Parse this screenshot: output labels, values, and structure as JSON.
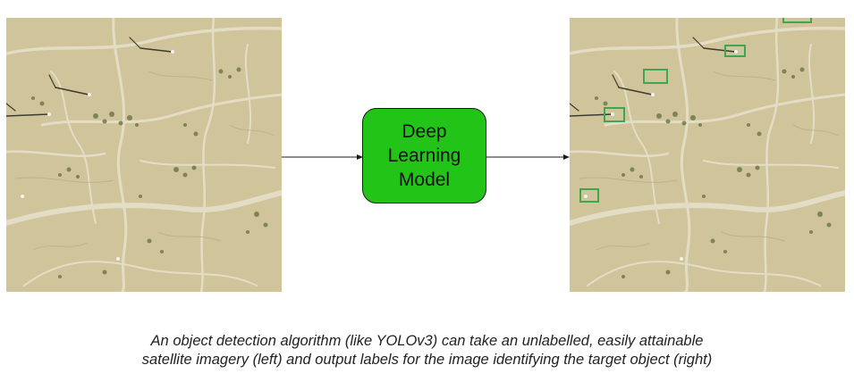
{
  "model": {
    "label_lines": [
      "Deep",
      "Learning",
      "Model"
    ],
    "fill_color": "#22c418"
  },
  "caption": {
    "lines": [
      "An object detection algorithm (like YOLOv3) can take an unlabelled, easily attainable",
      "satellite imagery (left) and output labels for the image identifying the target object (right)"
    ]
  },
  "images": {
    "input": "satellite-image-unlabelled",
    "output": "satellite-image-labelled",
    "terrain_color": "#cfc39a",
    "vegetation_color": "#6f7a4c",
    "detection_box_color": "#3fa650",
    "detection_count": 5
  }
}
